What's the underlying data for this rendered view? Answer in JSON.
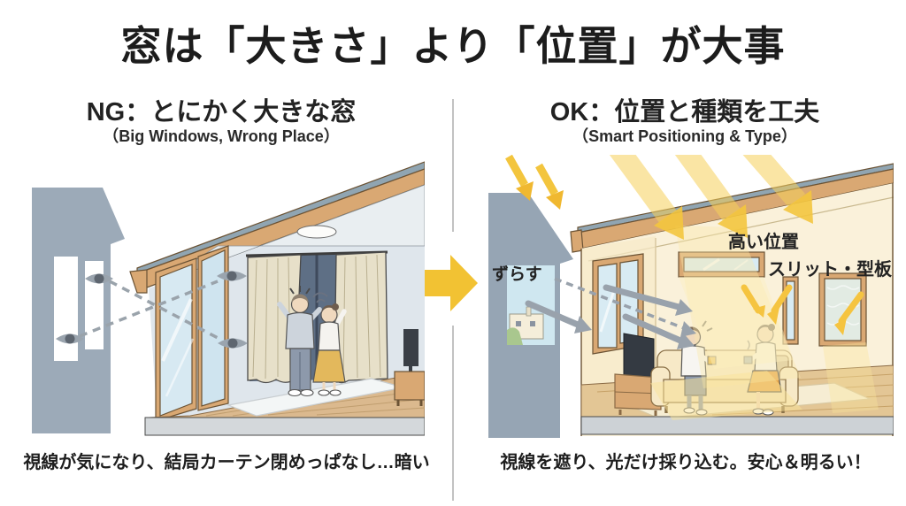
{
  "title": "窓は「大きさ」より「位置」が大事",
  "panels": {
    "left": {
      "heading": "NG：とにかく大きな窓",
      "subheading": "（Big Windows, Wrong Place）",
      "caption": "視線が気になり、結局カーテン閉めっぱなし…暗い"
    },
    "right": {
      "heading": "OK：位置と種類を工夫",
      "subheading": "（Smart Positioning & Type）",
      "caption": "視線を遮り、光だけ採り込む。安心＆明るい！",
      "annotations": {
        "shift": "ずらす",
        "high_position": "高い位置",
        "slit_frosted": "スリット・型板"
      }
    }
  },
  "icons": {
    "gaze": "eye-icon",
    "sightline": "dashed-gaze-line",
    "transition": "right-arrow-icon",
    "sunlight": "sun-ray-arrow-icon",
    "blocked_gaze": "gray-gaze-arrow-icon"
  },
  "colors": {
    "accent_yellow": "#F2C233",
    "neighbor_gray": "#9CAAB8",
    "ng_wall": "#DFE6EC",
    "ok_wall": "#FAF1DA",
    "roof_tan": "#D9A873",
    "text": "#1E1E1E"
  }
}
